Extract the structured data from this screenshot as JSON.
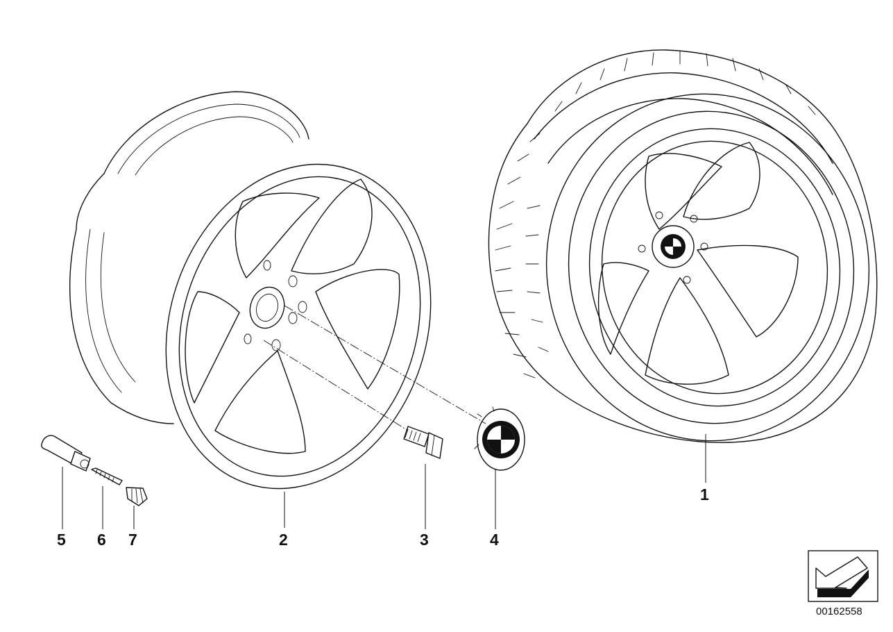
{
  "diagram": {
    "callouts": [
      {
        "id": "1",
        "label": "1"
      },
      {
        "id": "2",
        "label": "2"
      },
      {
        "id": "3",
        "label": "3"
      },
      {
        "id": "4",
        "label": "4"
      },
      {
        "id": "5",
        "label": "5"
      },
      {
        "id": "6",
        "label": "6"
      },
      {
        "id": "7",
        "label": "7"
      }
    ],
    "document_number": "00162558",
    "icons": {
      "tire_wheel": "complete-wheel-tire-icon",
      "rim": "alloy-rim-icon",
      "bolt": "wheel-bolt-icon",
      "cap": "hub-cap-emblem-icon",
      "valve": "valve-stem-icon",
      "valve_core": "valve-core-icon",
      "valve_cap": "valve-cap-icon",
      "direction": "direction-arrow-icon"
    }
  }
}
